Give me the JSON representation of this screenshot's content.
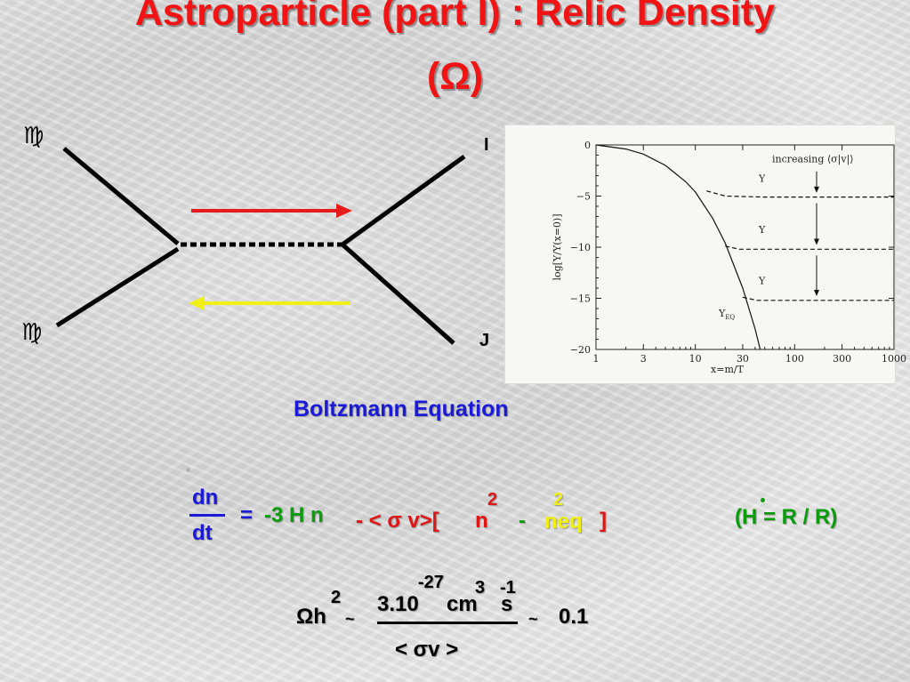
{
  "slide": {
    "title_line1": "Astroparticle (part I) : Relic Density",
    "title_line2": "(Ω)"
  },
  "diagram": {
    "left_top_symbol": "♍",
    "left_bottom_symbol": "♍",
    "right_top_label": "I",
    "right_bottom_label": "J",
    "arrow_top_color": "#e61c1c",
    "arrow_bottom_color": "#f0f016"
  },
  "chart_data": {
    "type": "line",
    "ylabel": "log[Y/Y(x=0)]",
    "xlabel": "x=m/T",
    "x_scale": "log",
    "xlim": [
      1,
      1000
    ],
    "ylim": [
      -20,
      0
    ],
    "x_ticks": [
      "1",
      "3",
      "10",
      "30",
      "100",
      "300",
      "1000"
    ],
    "y_ticks": [
      "0",
      "−5",
      "−10",
      "−15",
      "−20"
    ],
    "annotation": "increasing ⟨σ_A|v|⟩",
    "series": [
      {
        "name": "Y_EQ",
        "style": "solid",
        "x": [
          1,
          2,
          3,
          5,
          8,
          10,
          15,
          20,
          30,
          40,
          45
        ],
        "y": [
          0,
          -0.4,
          -0.9,
          -2.0,
          -3.6,
          -4.6,
          -7.2,
          -9.6,
          -14.0,
          -18.0,
          -20.0
        ]
      },
      {
        "name": "Y",
        "style": "dashed",
        "x": [
          13,
          20,
          50,
          100,
          300,
          1000
        ],
        "y": [
          -4.5,
          -5.0,
          -5.1,
          -5.1,
          -5.1,
          -5.1
        ]
      },
      {
        "name": "Y",
        "style": "dashed",
        "x": [
          20,
          28,
          60,
          100,
          300,
          1000
        ],
        "y": [
          -9.9,
          -10.2,
          -10.2,
          -10.2,
          -10.2,
          -10.2
        ]
      },
      {
        "name": "Y",
        "style": "dashed",
        "x": [
          30,
          42,
          80,
          100,
          300,
          1000
        ],
        "y": [
          -14.9,
          -15.2,
          -15.2,
          -15.2,
          -15.2,
          -15.2
        ]
      }
    ],
    "series_labels": [
      "Y",
      "Y",
      "Y",
      "Y_EQ"
    ]
  },
  "text": {
    "boltzmann_title": "Boltzmann Equation",
    "eq1": {
      "dn": "dn",
      "dt": "dt",
      "equals": "=",
      "term1": "-3 H n",
      "term2": "- < σ v>[",
      "n": "n",
      "sq1": "2",
      "minus": "-",
      "neq": "neq",
      "sq2": "2",
      "close": "]",
      "hubble": "(H = R / R)"
    },
    "eq2": {
      "omega": "Ωh",
      "h_sup": "2",
      "sim1": "~",
      "num": "3.10",
      "exp1": "-27",
      "cm": "cm",
      "exp2": "3",
      "s": "s",
      "exp3": "-1",
      "den": "<  σv >",
      "sim2": "~",
      "value": "0.1"
    }
  }
}
